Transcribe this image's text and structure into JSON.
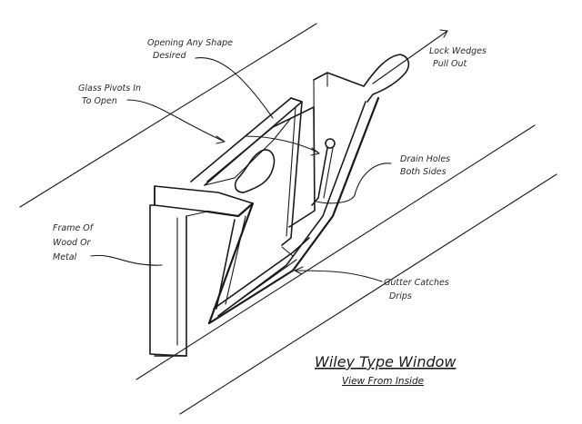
{
  "title": "Wiley Type Window",
  "subtitle": "View From Inside",
  "labels": {
    "opening": [
      "Opening Any Shape",
      "Desired"
    ],
    "lock": [
      "Lock Wedges",
      "Pull Out"
    ],
    "glass": [
      "Glass Pivots In",
      "To Open"
    ],
    "drain": [
      "Drain Holes",
      "Both Sides"
    ],
    "frame": [
      "Frame Of",
      "Wood Or",
      "Metal"
    ],
    "gutter": [
      "Gutter Catches",
      "Drips"
    ]
  },
  "colors": {
    "ink": "#1a1a1a",
    "paper": "#ffffff"
  }
}
